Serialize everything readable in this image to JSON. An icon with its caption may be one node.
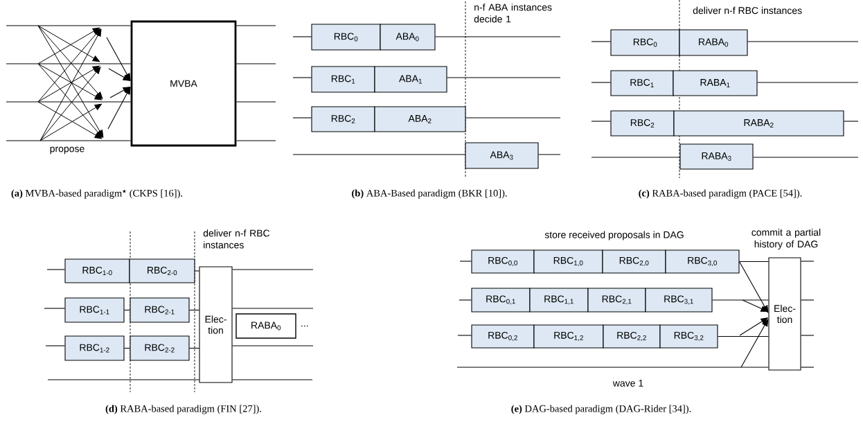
{
  "diagram": {
    "nodes": [
      {
        "text": [
          "MVBA"
        ]
      },
      {
        "text": [
          "RBC$_{0}$"
        ]
      },
      {
        "text": [
          "ABA$_{0}$"
        ]
      },
      {
        "text": [
          "RBC$_{1}$"
        ]
      },
      {
        "text": [
          "ABA$_{1}$"
        ]
      },
      {
        "text": [
          "RBC$_{2}$"
        ]
      },
      {
        "text": [
          "ABA$_{2}$"
        ]
      },
      {
        "text": [
          "ABA$_{3}$"
        ]
      },
      {
        "text": [
          "RBC$_{0}$"
        ]
      },
      {
        "text": [
          "RABA$_{0}$"
        ]
      },
      {
        "text": [
          "RBC$_{1}$"
        ]
      },
      {
        "text": [
          "RABA$_{1}$"
        ]
      },
      {
        "text": [
          "RBC$_{2}$"
        ]
      },
      {
        "text": [
          "RABA$_{2}$"
        ]
      },
      {
        "text": [
          "RABA$_{3}$"
        ]
      },
      {
        "text": [
          "RBC$_{1-0}$"
        ]
      },
      {
        "text": [
          "RBC$_{2-0}$"
        ]
      },
      {
        "text": [
          "RBC$_{1-1}$"
        ]
      },
      {
        "text": [
          "RBC$_{2-1}$"
        ]
      },
      {
        "text": [
          "RBC$_{1-2}$"
        ]
      },
      {
        "text": [
          "RBC$_{2-2}$"
        ]
      },
      {
        "text": [
          "Elec- tion"
        ]
      },
      {
        "text": [
          "RABA$_{0}$"
        ],
        "beside": [
          "..."
        ]
      },
      {
        "text": [
          "RBC$_{0,0}$"
        ]
      },
      {
        "text": [
          "RBC$_{1,0}$"
        ]
      },
      {
        "text": [
          "RBC$_{2,0}$"
        ]
      },
      {
        "text": [
          "RBC$_{3,0}$"
        ]
      },
      {
        "text": [
          "RBC$_{0,1}$"
        ]
      },
      {
        "text": [
          "RBC$_{1,1}$"
        ]
      },
      {
        "text": [
          "RBC$_{2,1}$"
        ]
      },
      {
        "text": [
          "RBC$_{3,1}$"
        ]
      },
      {
        "text": [
          "RBC$_{0,2}$"
        ]
      },
      {
        "text": [
          "RBC$_{1,2}$"
        ]
      },
      {
        "text": [
          "RBC$_{2,2}$"
        ]
      },
      {
        "text": [
          "RBC$_{3,2}$"
        ]
      },
      {
        "text": [
          "Elec- tion"
        ]
      }
    ],
    "edges": [
      {
        "from": null,
        "to": 0,
        "arrow": "none"
      },
      {
        "from": null,
        "to": 0,
        "arrow": "none"
      },
      {
        "from": null,
        "to": 0,
        "arrow": "none"
      },
      {
        "from": null,
        "to": 0,
        "arrow": "none"
      },
      {
        "from": 0,
        "to": null,
        "arrow": "none"
      },
      {
        "from": 0,
        "to": null,
        "arrow": "none"
      },
      {
        "from": 0,
        "to": null,
        "arrow": "none"
      },
      {
        "from": 0,
        "to": null,
        "arrow": "none"
      },
      {
        "from": null,
        "to": 0,
        "arrow": "to"
      },
      {
        "from": null,
        "to": 0,
        "arrow": "to"
      },
      {
        "from": null,
        "to": 0,
        "arrow": "to"
      },
      {
        "from": null,
        "to": 0,
        "arrow": "to"
      },
      {
        "from": null,
        "to": 1,
        "arrow": "none"
      },
      {
        "from": 2,
        "to": null,
        "arrow": "none"
      },
      {
        "from": null,
        "to": 3,
        "arrow": "none"
      },
      {
        "from": 4,
        "to": null,
        "arrow": "none"
      },
      {
        "from": null,
        "to": 5,
        "arrow": "none"
      },
      {
        "from": 6,
        "to": null,
        "arrow": "none"
      },
      {
        "from": null,
        "to": 7,
        "arrow": "none"
      },
      {
        "from": 7,
        "to": null,
        "arrow": "none"
      },
      {
        "from": null,
        "to": 8,
        "arrow": "none"
      },
      {
        "from": 9,
        "to": null,
        "arrow": "none"
      },
      {
        "from": null,
        "to": 10,
        "arrow": "none"
      },
      {
        "from": 11,
        "to": null,
        "arrow": "none"
      },
      {
        "from": null,
        "to": 12,
        "arrow": "none"
      },
      {
        "from": 13,
        "to": null,
        "arrow": "none"
      },
      {
        "from": null,
        "to": 14,
        "arrow": "none"
      },
      {
        "from": 14,
        "to": null,
        "arrow": "none"
      },
      {
        "from": null,
        "to": 15,
        "arrow": "none"
      },
      {
        "from": 16,
        "to": 21,
        "arrow": "none"
      },
      {
        "from": 21,
        "to": null,
        "arrow": "none"
      },
      {
        "from": null,
        "to": 17,
        "arrow": "none"
      },
      {
        "from": 17,
        "to": 18,
        "arrow": "none"
      },
      {
        "from": 18,
        "to": 21,
        "arrow": "none"
      },
      {
        "from": 21,
        "to": null,
        "arrow": "none"
      },
      {
        "from": null,
        "to": 19,
        "arrow": "none"
      },
      {
        "from": 19,
        "to": 20,
        "arrow": "none"
      },
      {
        "from": 20,
        "to": 21,
        "arrow": "none"
      },
      {
        "from": 21,
        "to": null,
        "arrow": "none"
      },
      {
        "from": null,
        "to": 21,
        "arrow": "none"
      },
      {
        "from": 21,
        "to": null,
        "arrow": "none"
      },
      {
        "from": null,
        "to": 23,
        "arrow": "none"
      },
      {
        "from": 26,
        "to": 35,
        "arrow": "none"
      },
      {
        "from": 35,
        "to": null,
        "arrow": "none"
      },
      {
        "from": null,
        "to": 27,
        "arrow": "none"
      },
      {
        "from": 30,
        "to": 35,
        "arrow": "none"
      },
      {
        "from": 35,
        "to": null,
        "arrow": "none"
      },
      {
        "from": null,
        "to": 31,
        "arrow": "none"
      },
      {
        "from": 34,
        "to": 35,
        "arrow": "none"
      },
      {
        "from": 35,
        "to": null,
        "arrow": "none"
      },
      {
        "from": null,
        "to": 35,
        "arrow": "none"
      },
      {
        "from": 35,
        "to": null,
        "arrow": "none"
      },
      {
        "from": 26,
        "to": 35,
        "arrow": "to"
      },
      {
        "from": null,
        "to": 35,
        "arrow": "to"
      },
      {
        "from": null,
        "to": 35,
        "arrow": "to"
      },
      {
        "from": null,
        "to": 35,
        "arrow": "to"
      }
    ],
    "labels": [
      "propose",
      "**(a)** MVBA-based paradigm$^{★}$ (CKPS [16]).",
      "n-f ABA instances decide 1",
      "**(b)** ABA-Based paradigm (BKR [10]).",
      "deliver n-f RBC instances",
      "**(c)** RABA-based paradigm (PACE [54]).",
      "deliver n-f RBC instances",
      "**(d)** RABA-based paradigm (FIN [27]).",
      "store received proposals in DAG",
      "commit a partial history of DAG",
      "wave 1",
      "**(e)** DAG-based paradigm (DAG-Rider [34])."
    ]
  }
}
